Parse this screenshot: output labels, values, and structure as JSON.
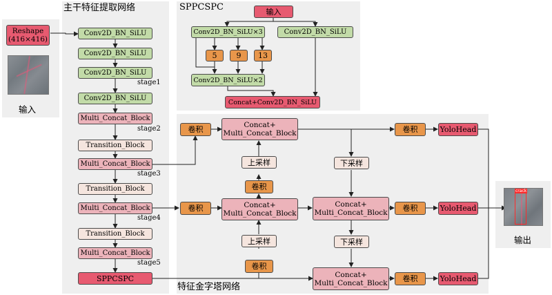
{
  "panels": {
    "backbone_title": "主干特征提取网络",
    "sppcspc_title": "SPPCSPC",
    "fpn_title": "特征金字塔网络"
  },
  "input": {
    "reshape_label": "Reshape\n(416×416)",
    "caption": "输入"
  },
  "output": {
    "caption": "输出",
    "tag": "crack"
  },
  "backbone": {
    "blocks": [
      "Conv2D_BN_SiLU",
      "Conv2D_BN_SiLU",
      "Conv2D_BN_SiLU",
      "Conv2D_BN_SiLU",
      "Multi_Concat_Block",
      "Transition_Block",
      "Multi_Concat_Block",
      "Transition_Block",
      "Multi_Concat_Block",
      "Transition_Block",
      "Multi_Concat_Block"
    ],
    "stages": [
      "stage1",
      "stage2",
      "stage3",
      "stage4",
      "stage5"
    ],
    "sppcspc": "SPPCSPC"
  },
  "spp": {
    "input": "输入",
    "conv_x3": "Conv2D_BN_SiLU×3",
    "conv_right": "Conv2D_BN_SiLU",
    "pool": [
      "5",
      "9",
      "13"
    ],
    "conv_x2": "Conv2D_BN_SiLU×2",
    "concat": "Concat+Conv2D_BN_SiLU"
  },
  "fpn": {
    "conv": "卷积",
    "upsample": "上采样",
    "downsample": "下采样",
    "concat_block": "Concat+\nMulti_Concat_Block",
    "yolohead": "YoloHead"
  }
}
